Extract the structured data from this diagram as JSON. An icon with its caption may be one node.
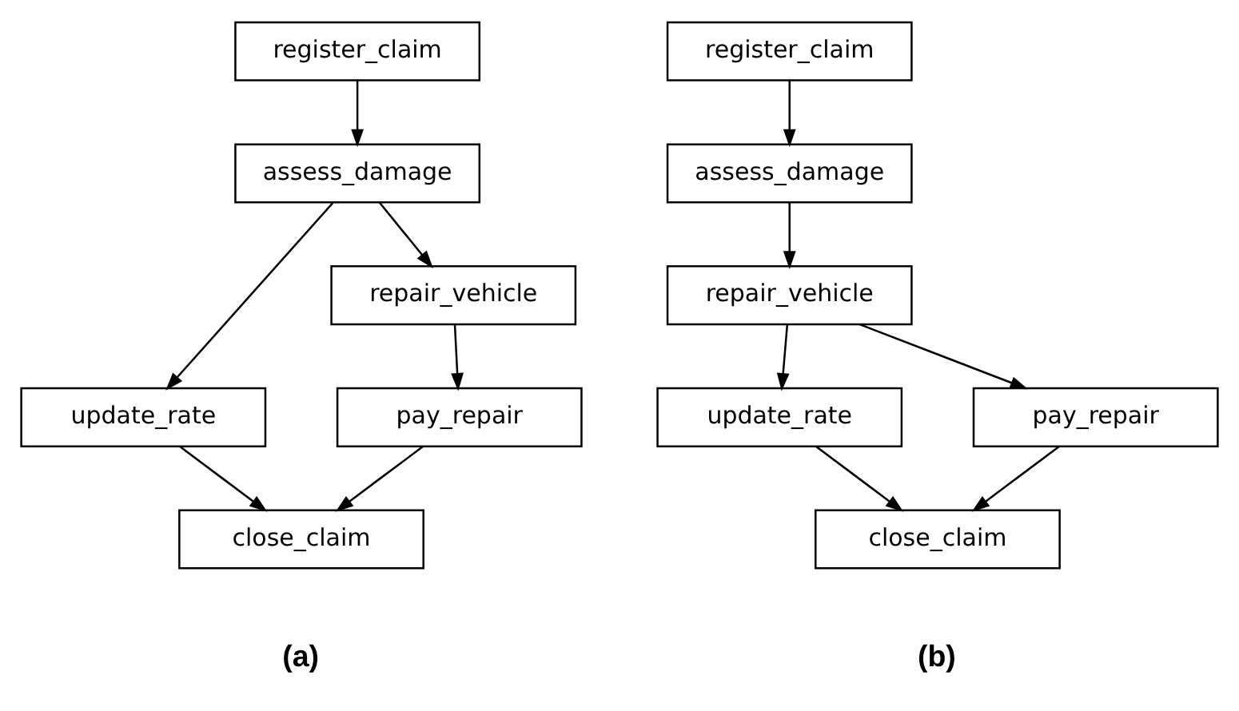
{
  "diagram": {
    "nodes": [
      {
        "text": [
          "register_claim"
        ]
      },
      {
        "text": [
          "assess_damage"
        ]
      },
      {
        "text": [
          "update_rate"
        ]
      },
      {
        "text": [
          "repair_vehicle"
        ]
      },
      {
        "text": [
          "pay_repair"
        ]
      },
      {
        "text": [
          "close_claim"
        ]
      },
      {
        "text": [
          "register_claim"
        ]
      },
      {
        "text": [
          "assess_damage"
        ]
      },
      {
        "text": [
          "repair_vehicle"
        ]
      },
      {
        "text": [
          "update_rate"
        ]
      },
      {
        "text": [
          "pay_repair"
        ]
      },
      {
        "text": [
          "close_claim"
        ]
      }
    ],
    "edges": [
      {
        "from": 0,
        "to": 1,
        "arrow": "to"
      },
      {
        "from": 1,
        "to": 2,
        "arrow": "to"
      },
      {
        "from": 1,
        "to": 3,
        "arrow": "to"
      },
      {
        "from": 3,
        "to": 4,
        "arrow": "to"
      },
      {
        "from": 2,
        "to": 5,
        "arrow": "to"
      },
      {
        "from": 4,
        "to": 5,
        "arrow": "to"
      },
      {
        "from": 6,
        "to": 7,
        "arrow": "to"
      },
      {
        "from": 7,
        "to": 8,
        "arrow": "to"
      },
      {
        "from": 8,
        "to": 9,
        "arrow": "to"
      },
      {
        "from": 8,
        "to": 10,
        "arrow": "to"
      },
      {
        "from": 9,
        "to": 11,
        "arrow": "to"
      },
      {
        "from": 10,
        "to": 11,
        "arrow": "to"
      }
    ],
    "labels": [
      "(a)",
      "(b)"
    ]
  }
}
